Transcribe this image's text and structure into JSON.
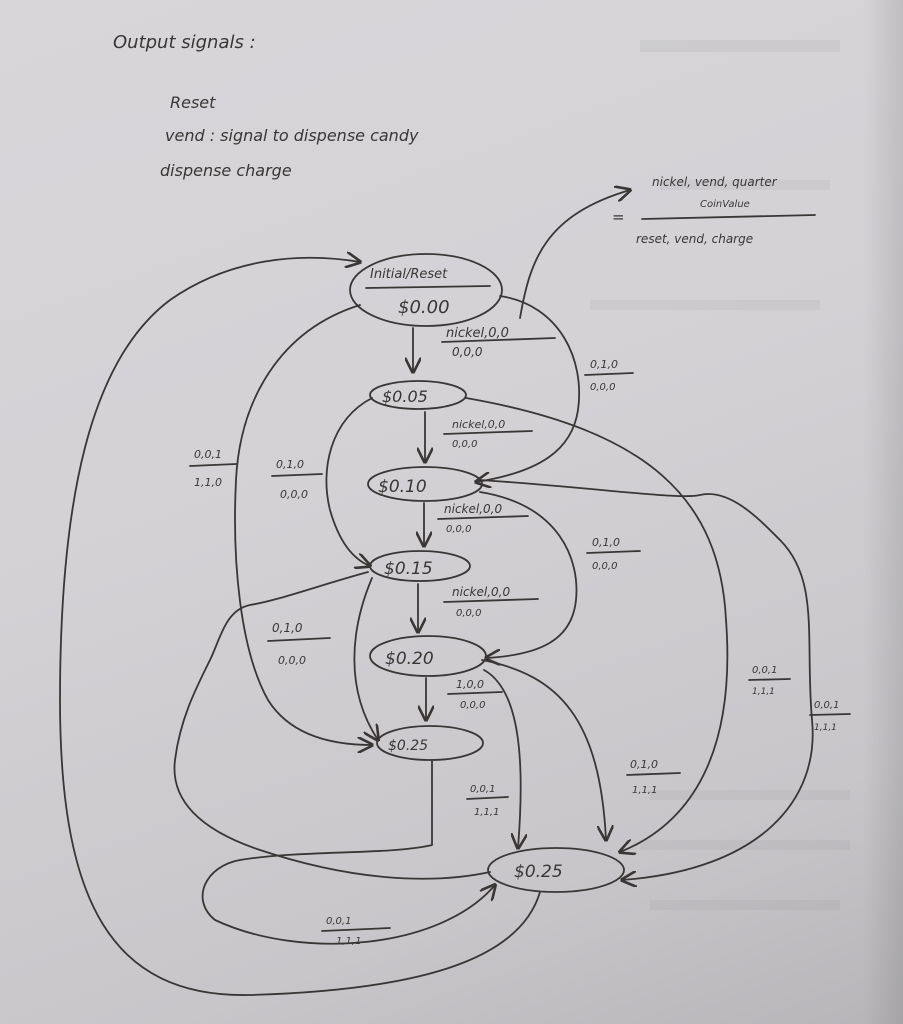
{
  "notes": {
    "heading": "Output signals :",
    "line_reset": "Reset",
    "line_vend": "vend : signal to dispense candy",
    "line_dispense": "dispense charge"
  },
  "legend": {
    "equals": "=",
    "inputs": "nickel, vend, quarter",
    "subtitle": "CoinValue",
    "outputs": "reset, vend, charge"
  },
  "states": {
    "initial_name": "Initial/Reset",
    "s000": "$0.00",
    "s005": "$0.05",
    "s010": "$0.10",
    "s015": "$0.15",
    "s020": "$0.20",
    "s025a": "$0.25",
    "s025b": "$0.25"
  },
  "transitions": {
    "t00_05_in": "nickel,0,0",
    "t00_05_out": "0,0,0",
    "t05_10_in": "nickel,0,0",
    "t05_10_out": "0,0,0",
    "t10_15_in": "nickel,0,0",
    "t10_15_out": "0,0,0",
    "t15_20_in": "nickel,0,0",
    "t15_20_out": "0,0,0",
    "t20_25_in": "1,0,0",
    "t20_25_out": "0,0,0",
    "right_a_in": "0,1,0",
    "right_a_out": "0,0,0",
    "right_b_in": "0,1,0",
    "right_b_out": "0,0,0",
    "left_a_in": "0,0,1",
    "left_a_out": "1,1,0",
    "left_b_in": "0,1,0",
    "left_b_out": "0,0,0",
    "left_c_in": "0,1,0",
    "left_c_out": "0,0,0",
    "mid_in": "0,0,1",
    "mid_out": "1,1,1",
    "low_in": "0,1,0",
    "low_out": "1,1,1",
    "far_a_in": "0,0,1",
    "far_a_out": "1,1,1",
    "far_b_in": "0,0,1",
    "far_b_out": "1,1,1",
    "bottom_in": "0,0,1",
    "bottom_out": "1,1,1"
  },
  "colors": {
    "ink": "#3a3636",
    "paper": "#d5d3d6",
    "background": "#8f8d8f"
  }
}
